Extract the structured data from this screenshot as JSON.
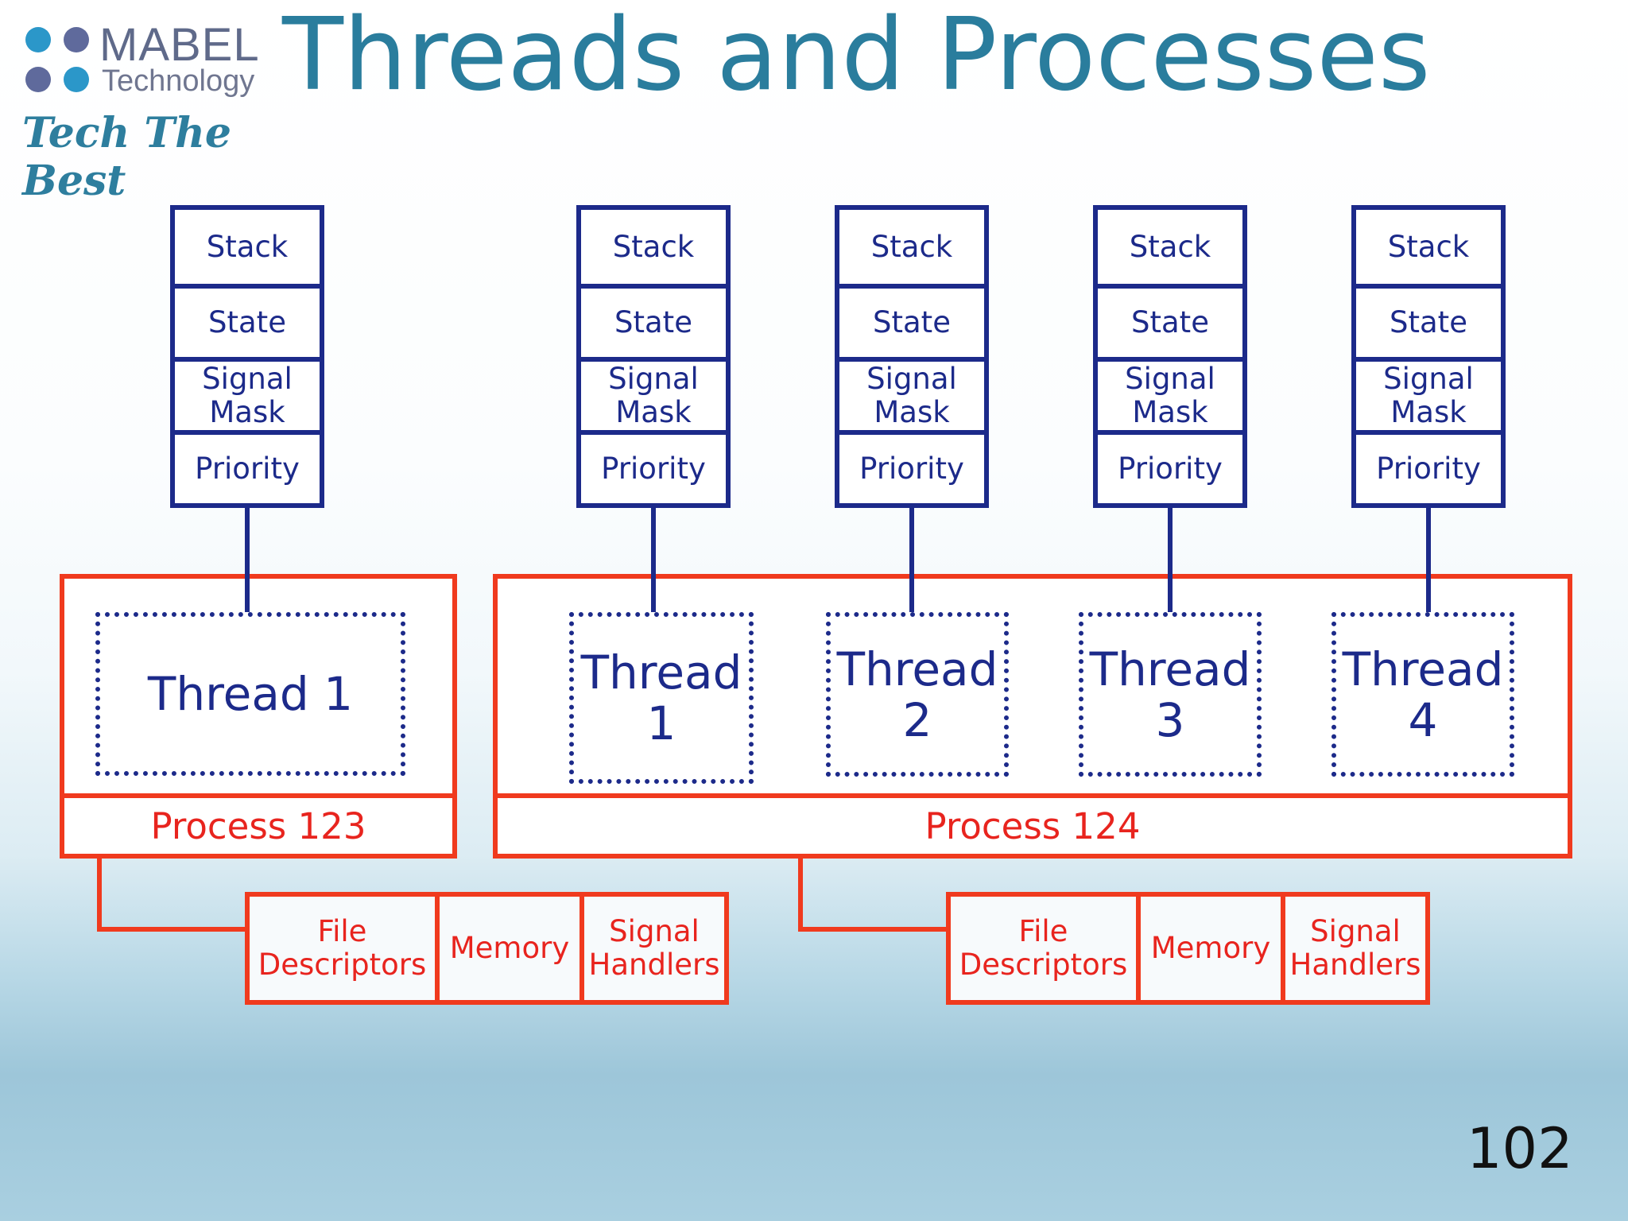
{
  "logo": {
    "brand": "MABEL",
    "sub": "Technology",
    "tagline": "Tech The Best",
    "dot_colors": [
      "#2b97c9",
      "#5f6a9c",
      "#5f6a9c",
      "#2b97c9"
    ]
  },
  "title": "Threads and Processes",
  "page_number": "102",
  "colors": {
    "thread_blue": "#1c2a8a",
    "process_red": "#f03a1e",
    "title_teal": "#2a7d9d"
  },
  "thread_attributes": [
    "Stack",
    "State",
    "Signal Mask",
    "Priority"
  ],
  "stacks": [
    {
      "cells": [
        "Stack",
        "State",
        "Signal\nMask",
        "Priority"
      ]
    },
    {
      "cells": [
        "Stack",
        "State",
        "Signal\nMask",
        "Priority"
      ]
    },
    {
      "cells": [
        "Stack",
        "State",
        "Signal\nMask",
        "Priority"
      ]
    },
    {
      "cells": [
        "Stack",
        "State",
        "Signal\nMask",
        "Priority"
      ]
    },
    {
      "cells": [
        "Stack",
        "State",
        "Signal\nMask",
        "Priority"
      ]
    }
  ],
  "processes": [
    {
      "label": "Process 123",
      "threads": [
        "Thread 1"
      ],
      "resources": [
        "File\nDescriptors",
        "Memory",
        "Signal\nHandlers"
      ]
    },
    {
      "label": "Process 124",
      "threads": [
        "Thread\n1",
        "Thread\n2",
        "Thread\n3",
        "Thread\n4"
      ],
      "resources": [
        "File\nDescriptors",
        "Memory",
        "Signal\nHandlers"
      ]
    }
  ]
}
